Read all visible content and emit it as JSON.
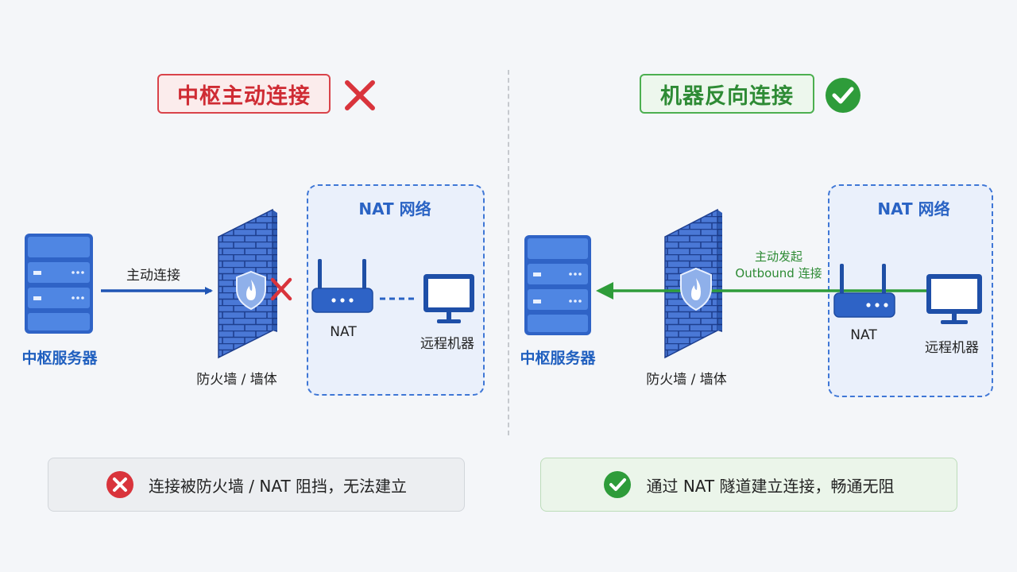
{
  "left": {
    "title": "中枢主动连接",
    "server_label": "中枢服务器",
    "arrow_label": "主动连接",
    "firewall_label": "防火墙 / 墙体",
    "nat_network_title": "NAT 网络",
    "nat_label": "NAT",
    "machine_label": "远程机器",
    "status_text": "连接被防火墙 / NAT 阻挡，无法建立"
  },
  "right": {
    "title": "机器反向连接",
    "server_label": "中枢服务器",
    "arrow_label_line1": "主动发起",
    "arrow_label_line2": "Outbound 连接",
    "firewall_label": "防火墙 / 墙体",
    "nat_network_title": "NAT 网络",
    "nat_label": "NAT",
    "machine_label": "远程机器",
    "status_text": "通过 NAT 隧道建立连接，畅通无阻"
  },
  "colors": {
    "error_red": "#d9343c",
    "success_green": "#2e9c3a",
    "primary_blue": "#2a63c4"
  },
  "icons": {
    "fail": "x-mark-icon",
    "success": "check-circle-icon",
    "server": "server-rack-icon",
    "firewall": "brick-firewall-icon",
    "router": "router-icon",
    "monitor": "monitor-icon"
  }
}
